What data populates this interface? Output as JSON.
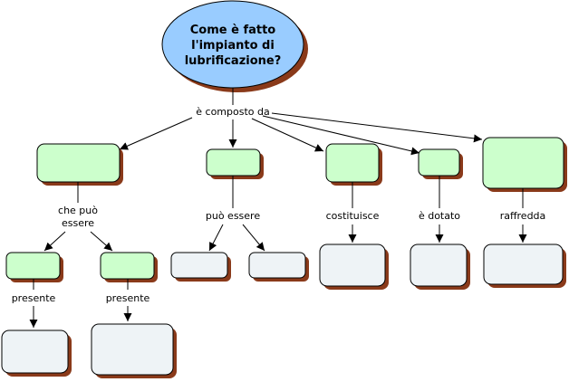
{
  "root": {
    "lines": [
      "Come è fatto",
      "l'impianto di",
      "lubrificazione?"
    ]
  },
  "links": {
    "composto": "è composto da",
    "puo_essere_1": "che può",
    "puo_essere_2": "essere",
    "puo_essere": "può essere",
    "costituisce": "costituisce",
    "dotato": "è dotato",
    "raffredda": "raffredda",
    "presente": "presente"
  },
  "colors": {
    "root_fill": "#99ccff",
    "concept_fill": "#ccffcc",
    "leaf_fill": "#eef3f6",
    "shadow": "#8a3a1a"
  }
}
